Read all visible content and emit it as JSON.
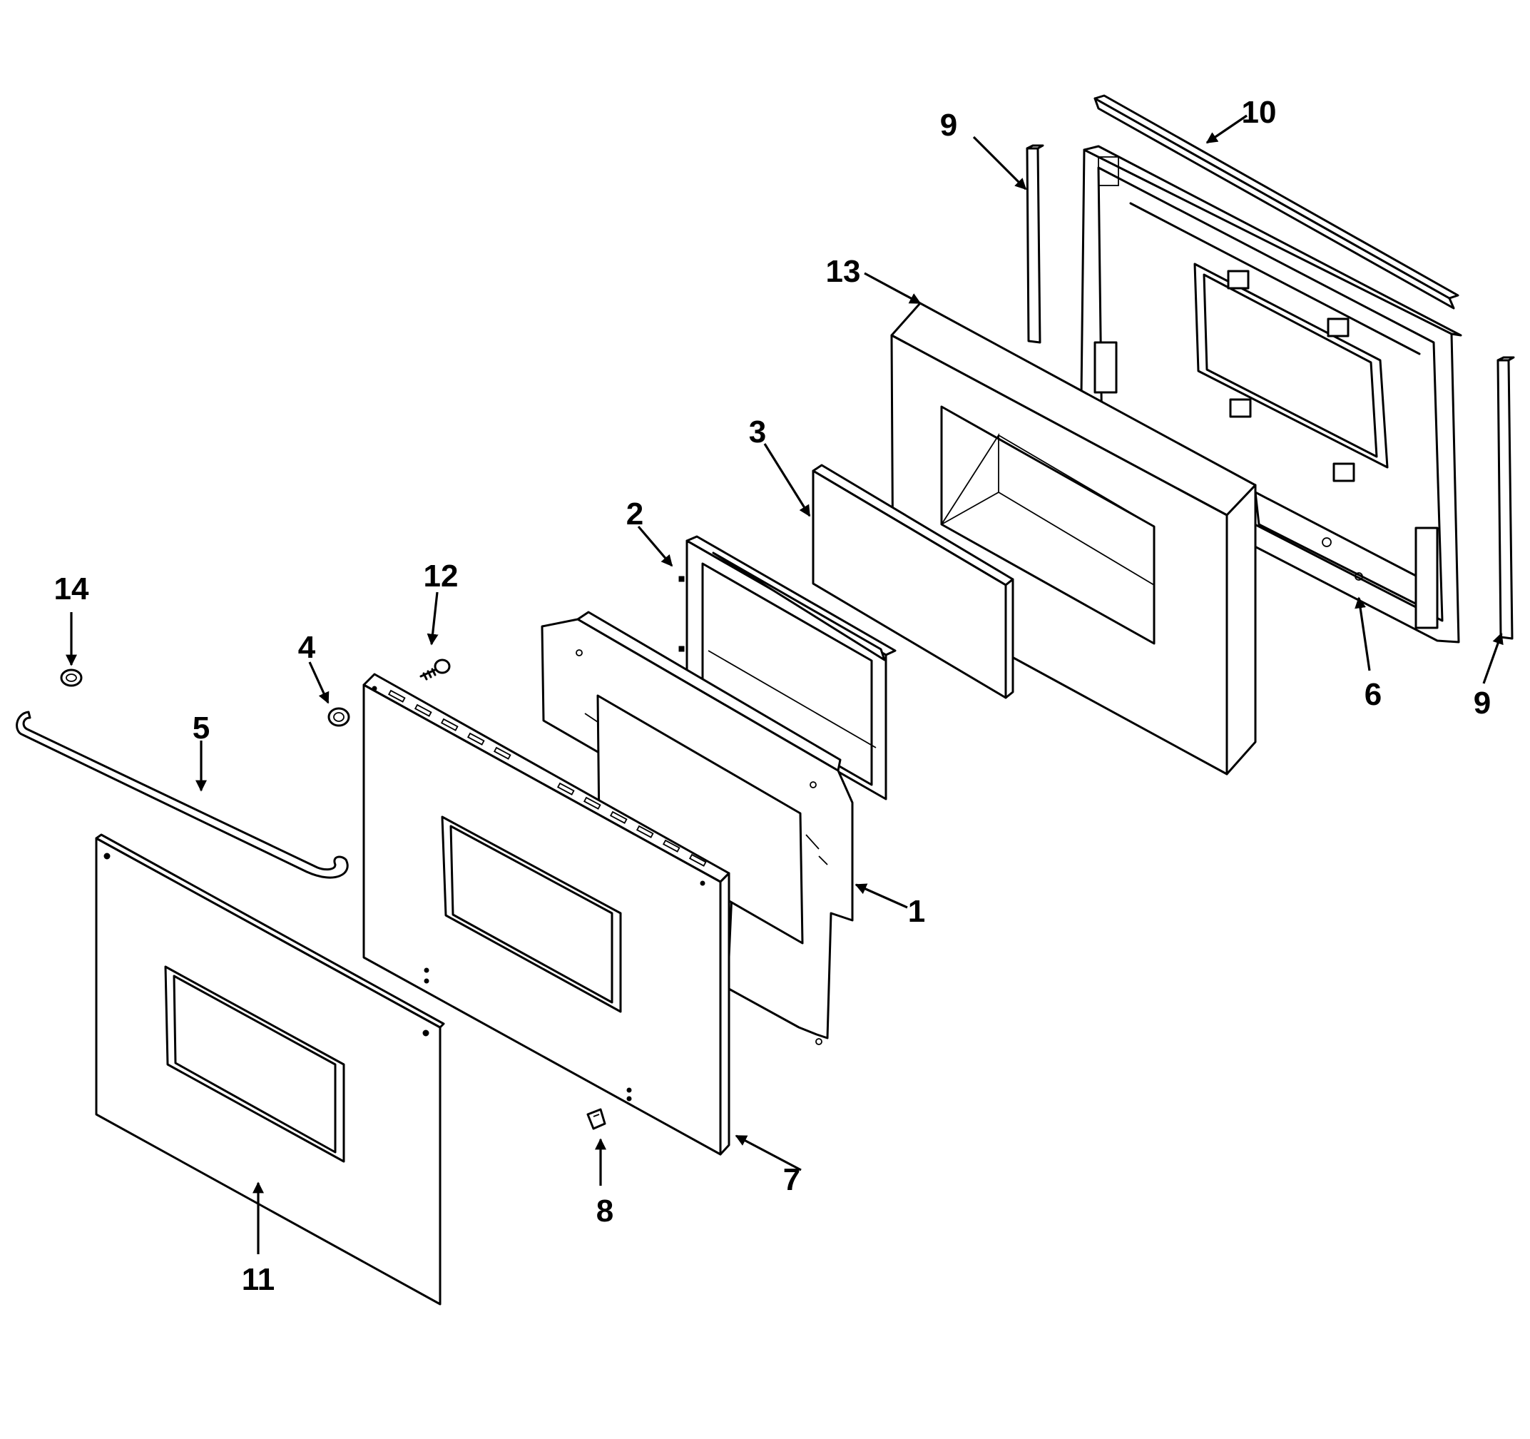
{
  "callouts": {
    "c1": "1",
    "c2": "2",
    "c3": "3",
    "c4": "4",
    "c5": "5",
    "c6": "6",
    "c7": "7",
    "c8": "8",
    "c9a": "9",
    "c9b": "9",
    "c10": "10",
    "c11": "11",
    "c12": "12",
    "c13": "13",
    "c14": "14"
  },
  "colors": {
    "line": "#000000",
    "background": "#ffffff"
  }
}
